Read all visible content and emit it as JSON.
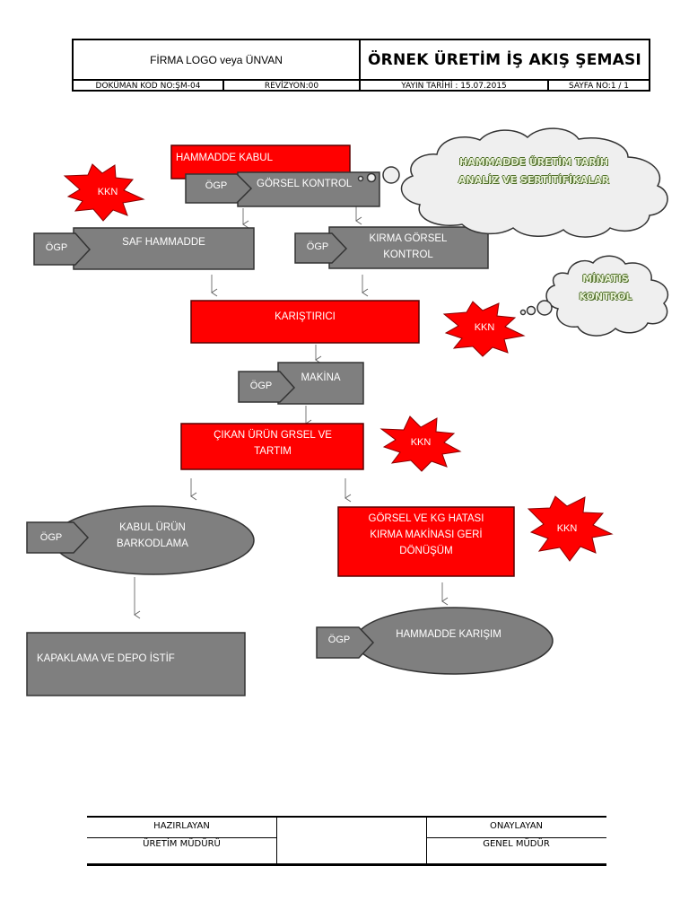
{
  "header": {
    "company": "FİRMA LOGO veya ÜNVAN",
    "title": "ÖRNEK ÜRETİM İŞ AKIŞ ŞEMASI",
    "doc_code": "DOKÜMAN KOD NO:ŞM-04",
    "revision": "REVİZYON:00",
    "publish_date": "YAYIN TARİHİ : 15.07.2015",
    "page_no": "SAYFA NO:1 / 1"
  },
  "flow": {
    "hammadde_kabul": "HAMMADDE KABUL",
    "gorsel_kontrol": "GÖRSEL KONTROL",
    "saf_hammadde": "SAF HAMMADDE",
    "kirma_gorsel_kontrol_1": "KIRMA  GÖRSEL",
    "kirma_gorsel_kontrol_2": "KONTROL",
    "karistirici": "KARIŞTIRICI",
    "makina": "MAKİNA",
    "cikan_urun_1": "ÇIKAN ÜRÜN  GRSEL  VE",
    "cikan_urun_2": "TARTIM",
    "kabul_urun_1": "KABUL ÜRÜN",
    "kabul_urun_2": "BARKODLAMA",
    "gorsel_kg_1": "GÖRSEL VE  KG HATASI",
    "gorsel_kg_2": "KIRMA MAKİNASI  GERİ",
    "gorsel_kg_3": "DÖNÜŞÜM",
    "kapaklama": "KAPAKLAMA  VE DEPO İSTİF",
    "hammadde_karisim": "HAMMADDE KARIŞIM",
    "ogp": "ÖGP",
    "kkn": "KKN"
  },
  "clouds": {
    "analiz_1": "HAMMADDE ÜRETİM TARİH",
    "analiz_2": "ANALİZ VE SERTİTİFİKALAR",
    "minatis_1": "MİNATIS",
    "minatis_2": "KONTROL"
  },
  "footer": {
    "prepared_by": "HAZIRLAYAN",
    "prepared_role": "ÜRETİM MÜDÜRÜ",
    "approved_by": "ONAYLAYAN",
    "approved_role": "GENEL MÜDÜR"
  }
}
